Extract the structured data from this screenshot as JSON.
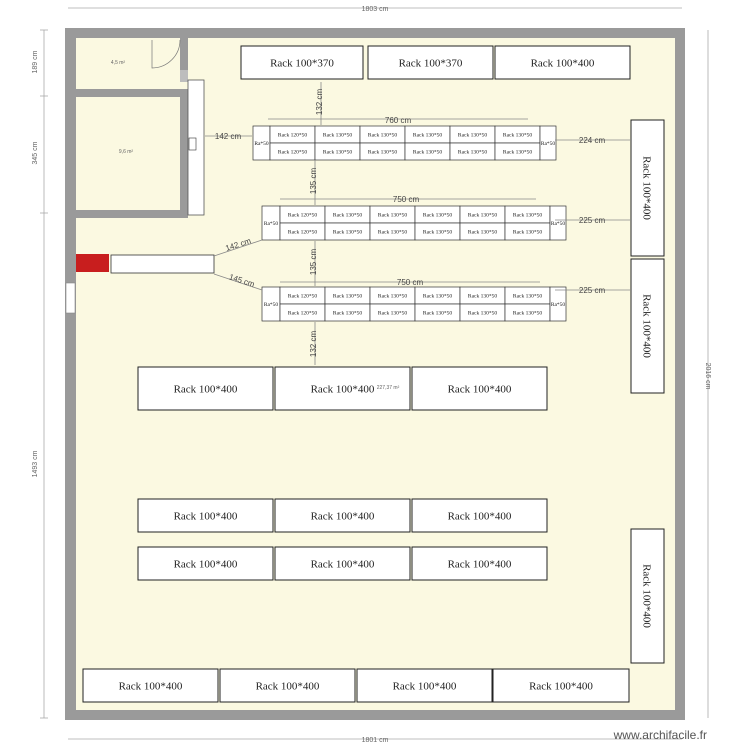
{
  "dimensions": {
    "top": "1803 cm",
    "bottom": "1801 cm",
    "right": "2016 cm",
    "left_top": "189 cm",
    "left_mid": "345 cm",
    "left_bottom": "1493 cm",
    "gap_132_top": "132 cm",
    "gap_132_bottom": "132 cm",
    "gap_135_a": "135 cm",
    "gap_135_b": "135 cm",
    "row1_width": "760 cm",
    "row2_width": "750 cm",
    "row3_width": "750 cm",
    "left_142_a": "142 cm",
    "left_142_b": "142 cm",
    "left_145": "145 cm",
    "right_224": "224 cm",
    "right_225_a": "225 cm",
    "right_225_b": "225 cm"
  },
  "areas": {
    "room_small": "4,5 m²",
    "room_office": "9,6 m²",
    "main": "227,37 m²"
  },
  "top_racks": [
    "Rack 100*370",
    "Rack 100*370",
    "Rack 100*400"
  ],
  "right_racks": [
    "Rack 100*400",
    "Rack 100*400",
    "Rack 100*400"
  ],
  "mid_large_racks": [
    "Rack 100*400",
    "Rack 100*400",
    "Rack 100*400"
  ],
  "lower_racks_row1": [
    "Rack 100*400",
    "Rack 100*400",
    "Rack 100*400"
  ],
  "lower_racks_row2": [
    "Rack 100*400",
    "Rack 100*400",
    "Rack 100*400"
  ],
  "bottom_racks": [
    "Rack 100*400",
    "Rack 100*400",
    "Rack 100*400",
    "Rack 100*400"
  ],
  "shelf_rows": [
    {
      "end_left": "Ra*50",
      "end_right": "Ra*50",
      "top": [
        "Rack 120*50",
        "Rack 130*50",
        "Rack 130*50",
        "Rack 130*50",
        "Rack 130*50",
        "Rack 130*50"
      ],
      "bottom": [
        "Rack 120*50",
        "Rack 130*50",
        "Rack 130*50",
        "Rack 130*50",
        "Rack 130*50",
        "Rack 130*50"
      ]
    },
    {
      "end_left": "Ra*50",
      "end_right": "Ra*50",
      "top": [
        "Rack 120*50",
        "Rack 130*50",
        "Rack 130*50",
        "Rack 130*50",
        "Rack 130*50",
        "Rack 130*50"
      ],
      "bottom": [
        "Rack 120*50",
        "Rack 130*50",
        "Rack 130*50",
        "Rack 130*50",
        "Rack 130*50",
        "Rack 130*50"
      ]
    },
    {
      "end_left": "Ra*50",
      "end_right": "Ra*50",
      "top": [
        "Rack 120*50",
        "Rack 130*50",
        "Rack 130*50",
        "Rack 130*50",
        "Rack 130*50",
        "Rack 130*50"
      ],
      "bottom": [
        "Rack 120*50",
        "Rack 130*50",
        "Rack 130*50",
        "Rack 130*50",
        "Rack 130*50",
        "Rack 130*50"
      ]
    }
  ],
  "watermark": "www.archifacile.fr"
}
